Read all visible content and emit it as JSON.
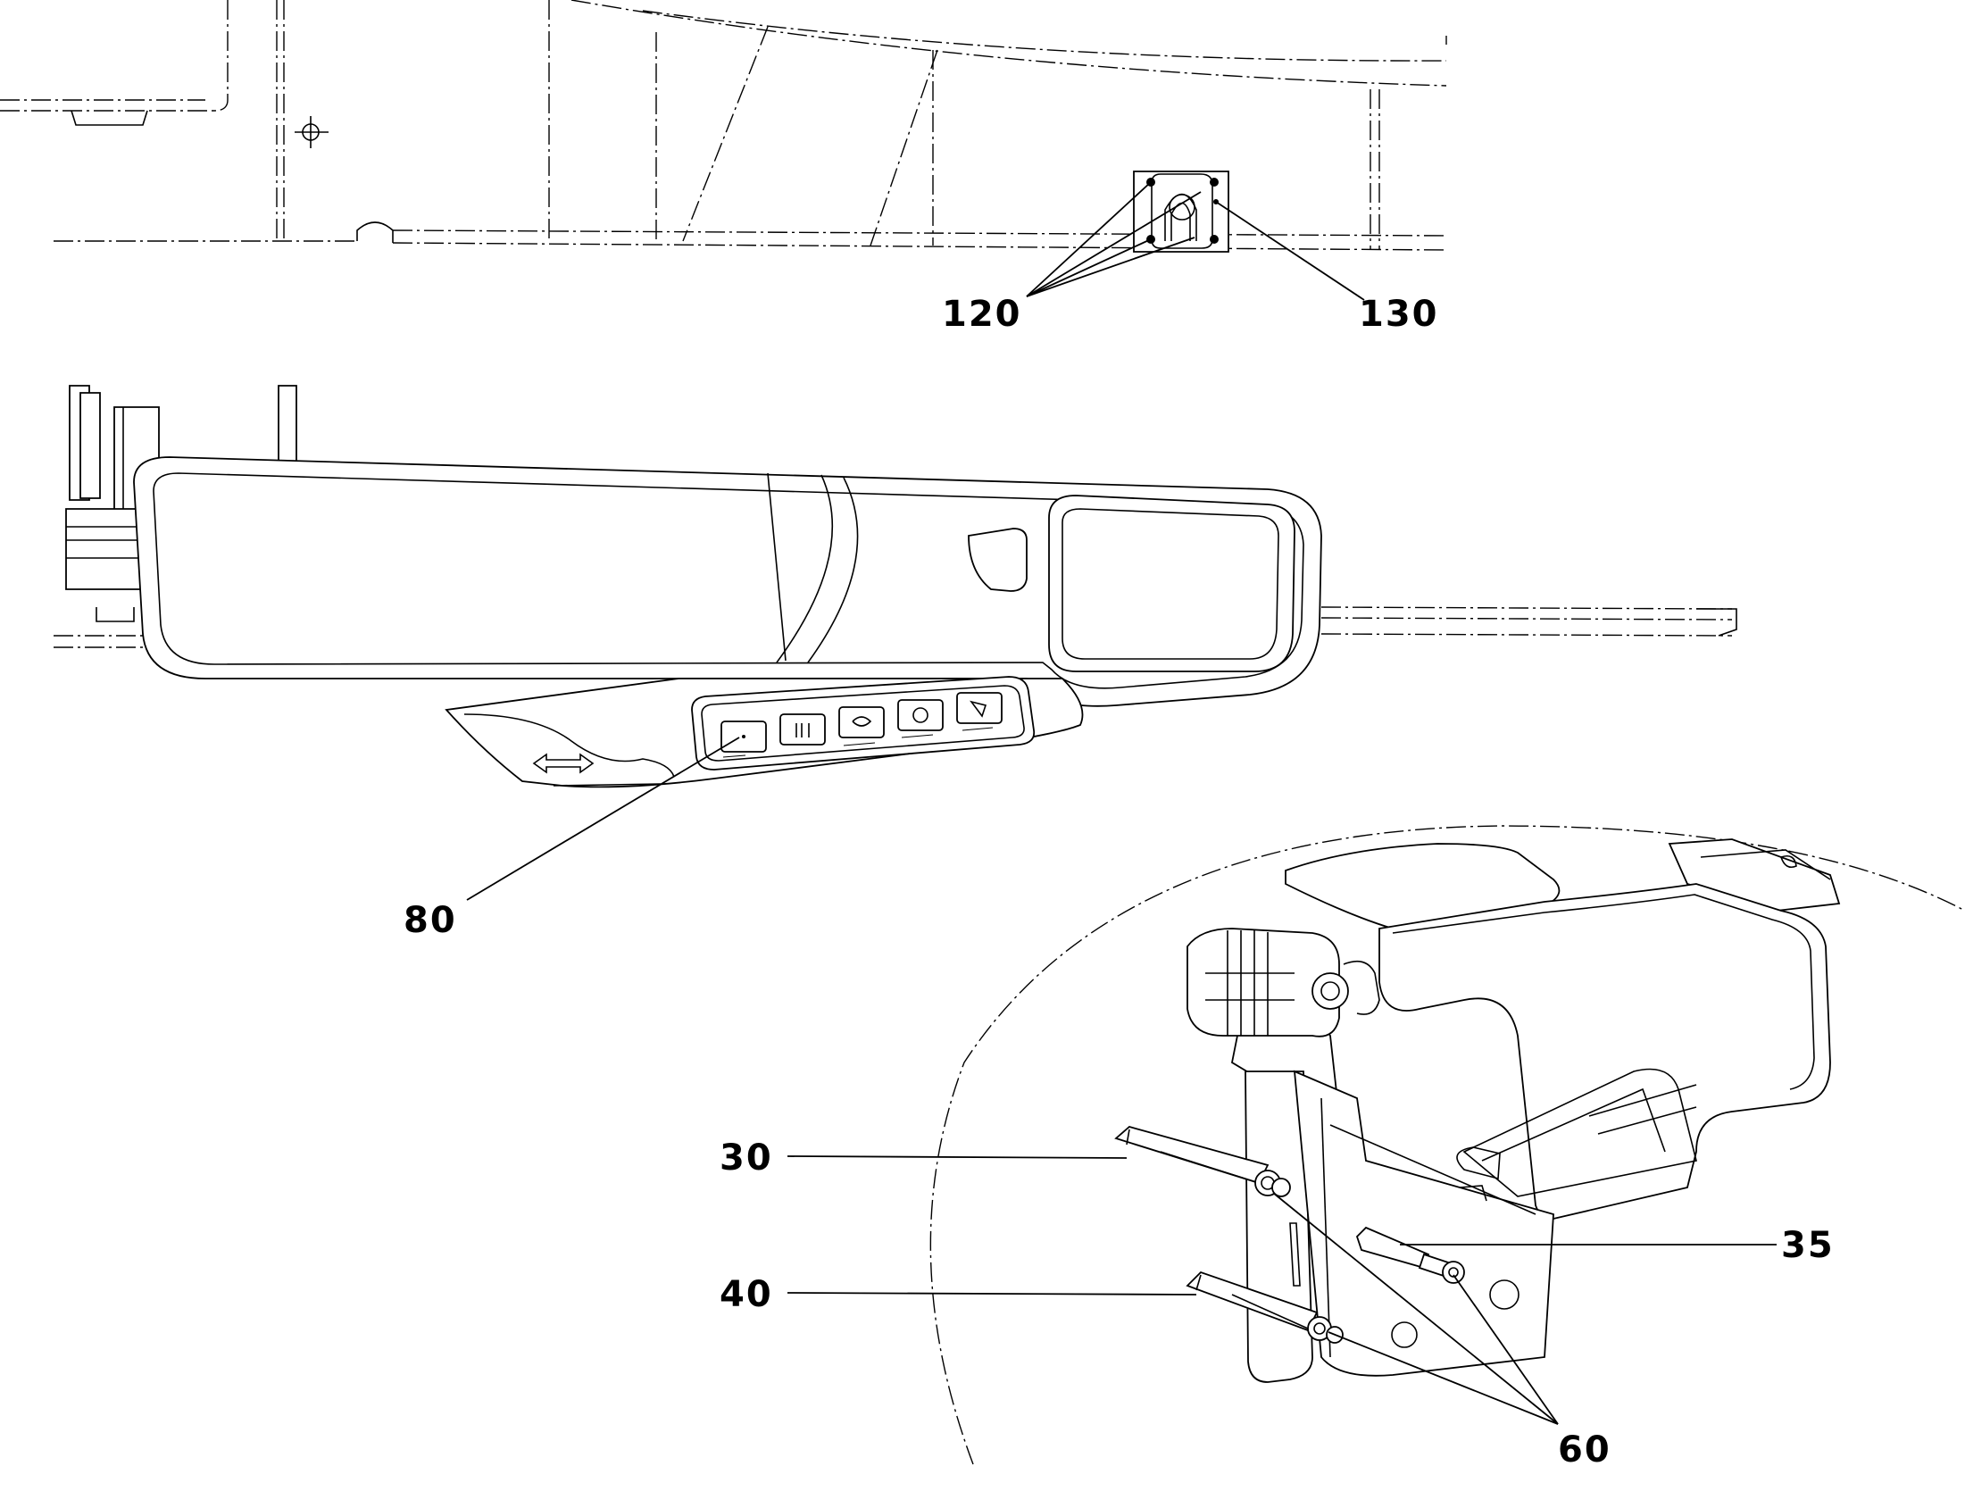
{
  "figure": {
    "reference_labels": [
      {
        "id": "ref-120",
        "text": "120"
      },
      {
        "id": "ref-130",
        "text": "130"
      },
      {
        "id": "ref-80",
        "text": "80"
      },
      {
        "id": "ref-30",
        "text": "30"
      },
      {
        "id": "ref-35",
        "text": "35"
      },
      {
        "id": "ref-40",
        "text": "40"
      },
      {
        "id": "ref-60",
        "text": "60"
      }
    ]
  }
}
